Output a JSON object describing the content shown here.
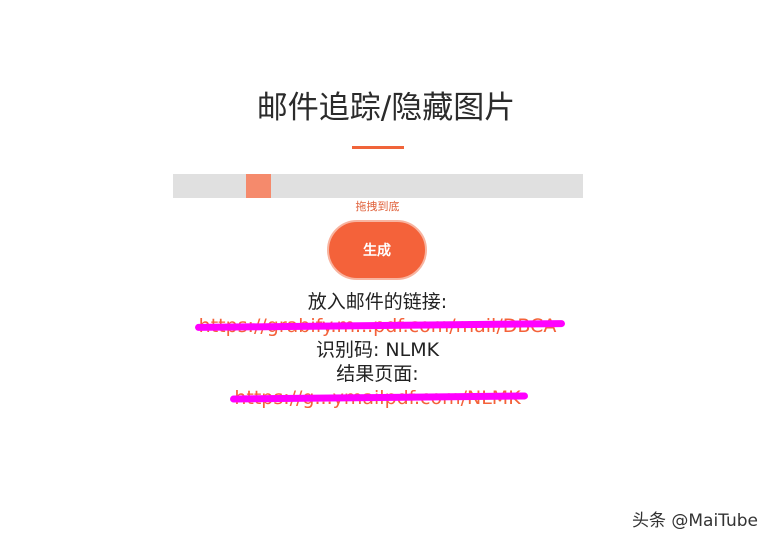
{
  "title": "邮件追踪/隐藏图片",
  "slider": {
    "progress_percent": 19,
    "hint": "拖拽到底"
  },
  "generate_button": "生成",
  "result": {
    "mail_link_label": "放入邮件的链接:",
    "mail_link": "https://grabify.m...pdf.com/mail/DBCA",
    "code_label": "识别码: NLMK",
    "result_page_label": "结果页面:",
    "result_link": "https://g...ymailpdf.com/NLMK"
  },
  "watermark": "头条 @MaiTube",
  "colors": {
    "accent": "#f4623a",
    "redaction": "#ff00ff"
  }
}
